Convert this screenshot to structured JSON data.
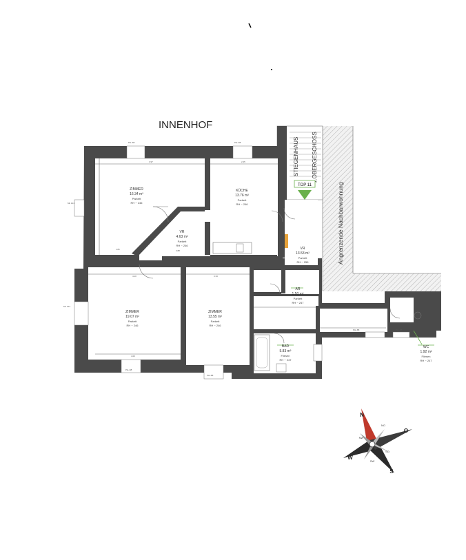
{
  "labels": {
    "innenhof": "INNENHOF",
    "stiegenhaus": "STIEGENHAUS",
    "obergeschoss": "1.OBERGESCHOSS",
    "nachbar": "Angrenzende Nachbarwohnung",
    "top": "TOP 11"
  },
  "rooms": [
    {
      "id": "zimmer1",
      "name": "ZIMMER",
      "area": "16.34 m²",
      "floor": "Parkett",
      "height": "RH ~ 246"
    },
    {
      "id": "kueche",
      "name": "KÜCHE",
      "area": "13.76 m²",
      "floor": "Parkett",
      "height": "RH ~ 246"
    },
    {
      "id": "vr1",
      "name": "VR",
      "area": "4.63 m²",
      "floor": "Parkett",
      "height": "RH ~ 246"
    },
    {
      "id": "vr2",
      "name": "VR",
      "area": "13.53 m²",
      "floor": "Parkett",
      "height": "RH ~ 255"
    },
    {
      "id": "zimmer2",
      "name": "ZIMMER",
      "area": "19.07 m²",
      "floor": "Parkett",
      "height": "RH ~ 246"
    },
    {
      "id": "zimmer3",
      "name": "ZIMMER",
      "area": "13.55 m²",
      "floor": "Parkett",
      "height": "RH ~ 246"
    },
    {
      "id": "ar",
      "name": "AR",
      "area": "1.50 m²",
      "floor": "Parkett",
      "height": "RH ~ 247"
    },
    {
      "id": "bad",
      "name": "BAD",
      "area": "5.83 m²",
      "floor": "Fliesen",
      "height": "RH ~ 247"
    },
    {
      "id": "wc",
      "name": "WC",
      "area": "1.92 m²",
      "floor": "Fliesen",
      "height": "RH ~ 247"
    }
  ],
  "compass": {
    "n": "N",
    "o": "O",
    "s": "S",
    "w": "W",
    "no": "NO",
    "nw": "NW",
    "so": "SO",
    "sw": "SW"
  },
  "colors": {
    "wall": "#4a4a4a",
    "accent_green": "#6ab04c",
    "compass_red": "#c0392b"
  }
}
